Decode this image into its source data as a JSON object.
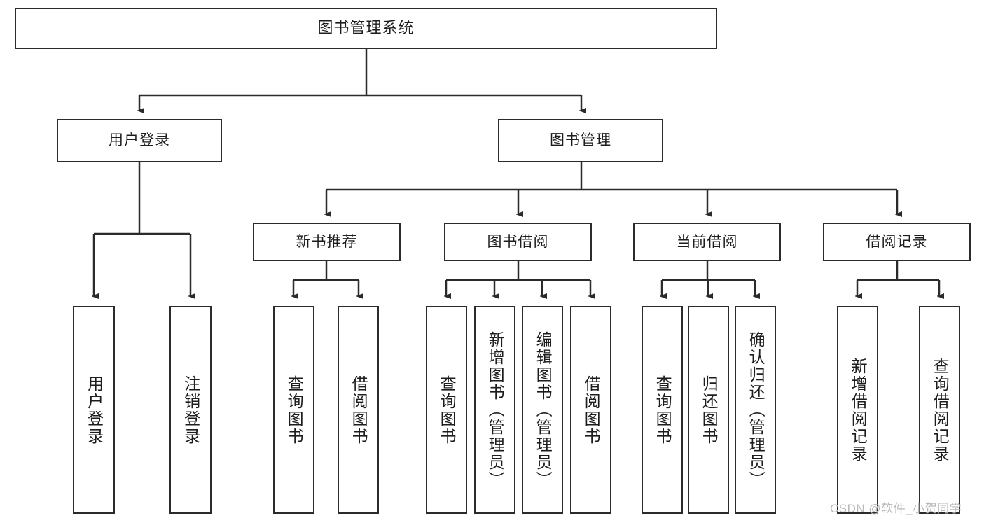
{
  "diagram": {
    "title": "图书管理系统",
    "type": "hierarchy-tree",
    "root": {
      "label": "图书管理系统"
    },
    "level2": [
      {
        "id": "user-login",
        "label": "用户登录"
      },
      {
        "id": "book-management",
        "label": "图书管理"
      }
    ],
    "level3": [
      {
        "id": "new-book-recommend",
        "label": "新书推荐",
        "parent": "book-management"
      },
      {
        "id": "book-borrow",
        "label": "图书借阅",
        "parent": "book-management"
      },
      {
        "id": "current-borrow",
        "label": "当前借阅",
        "parent": "book-management"
      },
      {
        "id": "borrow-record",
        "label": "借阅记录",
        "parent": "book-management"
      }
    ],
    "leaves": [
      {
        "id": "leaf-user-login",
        "label": "用户登录",
        "parent": "user-login"
      },
      {
        "id": "leaf-user-logout",
        "label": "注销登录",
        "parent": "user-login"
      },
      {
        "id": "leaf-query-book-1",
        "label": "查询图书",
        "parent": "new-book-recommend"
      },
      {
        "id": "leaf-borrow-book-1",
        "label": "借阅图书",
        "parent": "new-book-recommend"
      },
      {
        "id": "leaf-query-book-2",
        "label": "查询图书",
        "parent": "book-borrow"
      },
      {
        "id": "leaf-add-book",
        "label": "新增图书（管理员）",
        "parent": "book-borrow"
      },
      {
        "id": "leaf-edit-book",
        "label": "编辑图书（管理员）",
        "parent": "book-borrow"
      },
      {
        "id": "leaf-borrow-book-2",
        "label": "借阅图书",
        "parent": "book-borrow"
      },
      {
        "id": "leaf-query-book-3",
        "label": "查询图书",
        "parent": "current-borrow"
      },
      {
        "id": "leaf-return-book",
        "label": "归还图书",
        "parent": "current-borrow"
      },
      {
        "id": "leaf-confirm-return",
        "label": "确认归还（管理员）",
        "parent": "current-borrow"
      },
      {
        "id": "leaf-add-record",
        "label": "新增借阅记录",
        "parent": "borrow-record"
      },
      {
        "id": "leaf-query-record",
        "label": "查询借阅记录",
        "parent": "borrow-record"
      }
    ],
    "watermark": "CSDN @软件_小贺同学",
    "colors": {
      "stroke": "#2b2b2b",
      "fill": "#ffffff",
      "text": "#1d1d1d",
      "watermark": "#b9b9b9"
    }
  }
}
